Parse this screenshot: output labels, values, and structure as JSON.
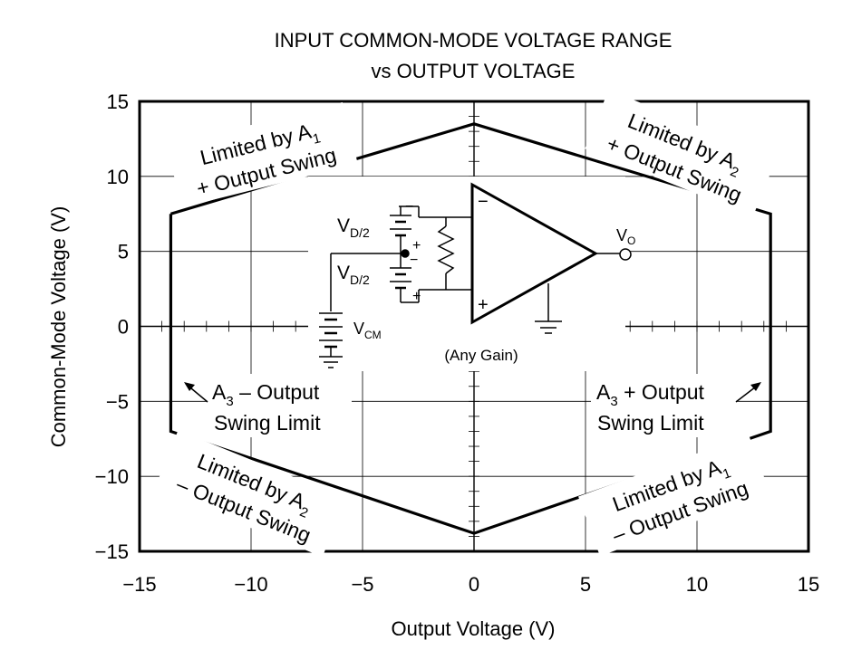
{
  "chart_data": {
    "type": "line",
    "title": [
      "INPUT COMMON-MODE VOLTAGE RANGE",
      "vs OUTPUT VOLTAGE"
    ],
    "xlabel": "Output Voltage (V)",
    "ylabel": "Common-Mode Voltage (V)",
    "xlim": [
      -15,
      15
    ],
    "ylim": [
      -15,
      15
    ],
    "xticks": [
      -15,
      -10,
      -5,
      0,
      5,
      10,
      15
    ],
    "yticks": [
      -15,
      -10,
      -5,
      0,
      5,
      10,
      15
    ],
    "xtick_labels": [
      "−15",
      "−10",
      "−5",
      "0",
      "5",
      "10",
      "15"
    ],
    "ytick_labels": [
      "−15",
      "−10",
      "−5",
      "0",
      "5",
      "10",
      "15"
    ],
    "grid": true,
    "series": [
      {
        "x": [
          -13.6,
          0,
          13.3,
          13.3,
          0,
          -13.6,
          -13.6
        ],
        "y": [
          7.5,
          13.5,
          7.5,
          -7,
          -13.8,
          -7,
          7.5
        ]
      }
    ],
    "annotations": {
      "top_left": {
        "line1_a": "Limited by A",
        "line1_sub": "1",
        "line2": "+ Output Swing"
      },
      "top_right": {
        "line1_a": "Limited by A",
        "line1_sub": "2",
        "line2": "+ Output Swing"
      },
      "bottom_left": {
        "line1_a": "Limited by A",
        "line1_sub": "2",
        "line2": "– Output Swing"
      },
      "bottom_right": {
        "line1_a": "Limited by A",
        "line1_sub": "1",
        "line2": "– Output Swing"
      },
      "mid_left": {
        "pre": "A",
        "sub": "3",
        "post": " – Output",
        "line2": "Swing Limit"
      },
      "mid_right": {
        "pre": "A",
        "sub": "3",
        "post": " + Output",
        "line2": "Swing Limit"
      }
    },
    "inset": {
      "vd_label": "V",
      "vd_sub": "D/2",
      "vcm_label": "V",
      "vcm_sub": "CM",
      "vo_label": "V",
      "vo_sub": "O",
      "plus": "+",
      "minus": "−",
      "caption": "(Any Gain)"
    }
  }
}
